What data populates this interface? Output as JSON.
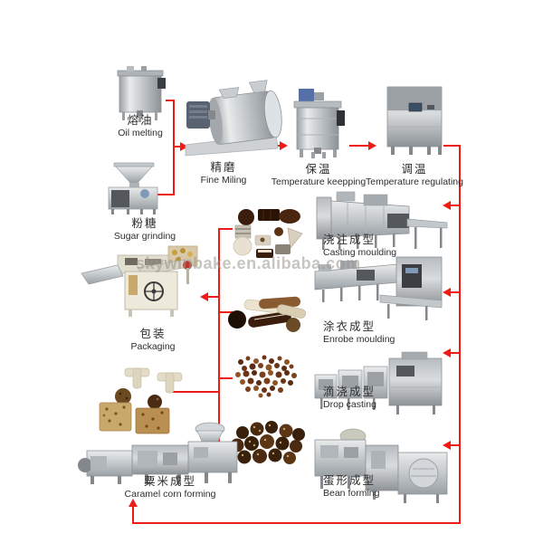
{
  "watermark": "skywinbake.en.alibaba.com",
  "colors": {
    "flow_line": "#ed1c16",
    "label_text": "#2d2d2d",
    "watermark": "#9b968e",
    "steel": "#c6cacd",
    "chocolate_dark": "#3a1d0c",
    "chocolate_mid": "#7a3f1c",
    "machine_cream": "#edeadb"
  },
  "stations": {
    "oil_melting": {
      "zh": "熔油",
      "en": "Oil melting"
    },
    "fine_milling": {
      "zh": "精磨",
      "en": "Fine Miling"
    },
    "temp_keeping": {
      "zh": "保温",
      "en": "Temperature keepping"
    },
    "temp_regulating": {
      "zh": "调温",
      "en": "Temperature regulating"
    },
    "sugar_grinding": {
      "zh": "粉糖",
      "en": "Sugar grinding"
    },
    "packaging": {
      "zh": "包装",
      "en": "Packaging"
    },
    "caramel_corn": {
      "zh": "粟米成型",
      "en": "Caramel corn forming"
    },
    "casting": {
      "zh": "浇注成型",
      "en": "Casting moulding"
    },
    "enrobe": {
      "zh": "涂衣成型",
      "en": "Enrobe moulding"
    },
    "drop_casting": {
      "zh": "滴浇成型",
      "en": "Drop casting"
    },
    "bean_forming": {
      "zh": "蛋形成型",
      "en": "Bean forming"
    }
  },
  "connections": [
    {
      "from": "oil_melting",
      "to": "fine_milling"
    },
    {
      "from": "sugar_grinding",
      "to": "fine_milling"
    },
    {
      "from": "fine_milling",
      "to": "temp_keeping"
    },
    {
      "from": "temp_keeping",
      "to": "temp_regulating"
    },
    {
      "from": "temp_regulating",
      "to": "casting"
    },
    {
      "from": "temp_regulating",
      "to": "enrobe"
    },
    {
      "from": "temp_regulating",
      "to": "drop_casting"
    },
    {
      "from": "temp_regulating",
      "to": "bean_forming"
    },
    {
      "from": "temp_regulating",
      "to": "caramel_corn"
    },
    {
      "from": "formed_products",
      "to": "packaging"
    }
  ]
}
